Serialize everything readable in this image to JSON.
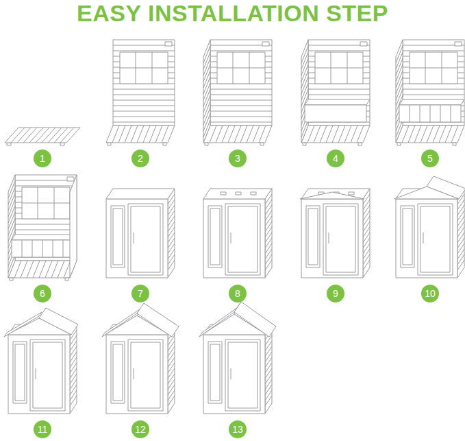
{
  "diagram": {
    "title": "EASY INSTALLATION STEP",
    "nodes": [
      {
        "text": [
          "1"
        ]
      },
      {
        "text": [
          "2"
        ]
      },
      {
        "text": [
          "3"
        ]
      },
      {
        "text": [
          "4"
        ]
      },
      {
        "text": [
          "5"
        ]
      },
      {
        "text": [
          "6"
        ]
      },
      {
        "text": [
          "7"
        ]
      },
      {
        "text": [
          "8"
        ]
      },
      {
        "text": [
          "9"
        ]
      },
      {
        "text": [
          "10"
        ]
      },
      {
        "text": [
          "11"
        ]
      },
      {
        "text": [
          "12"
        ]
      },
      {
        "text": [
          "13"
        ]
      }
    ]
  }
}
